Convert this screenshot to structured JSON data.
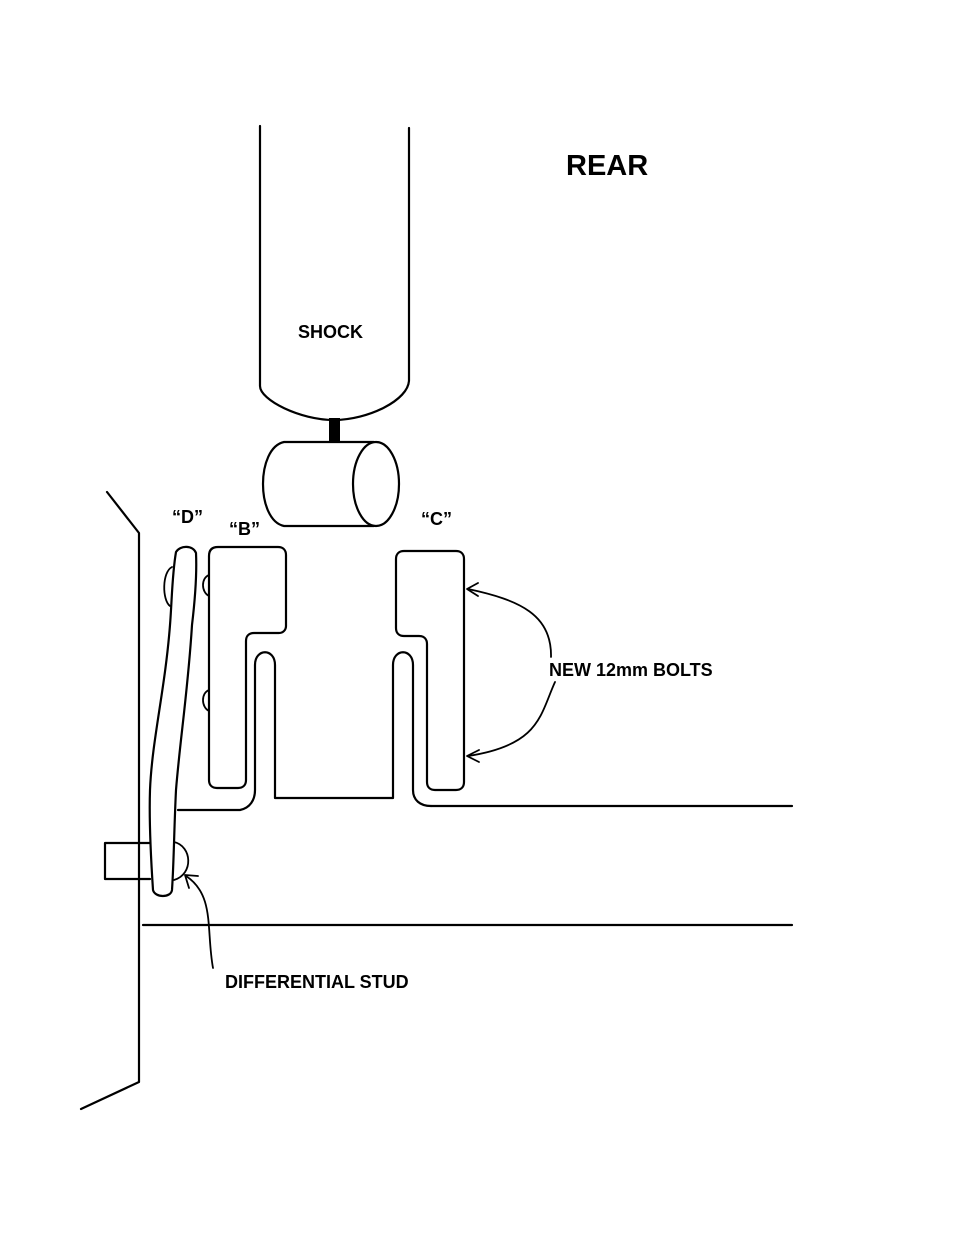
{
  "title": "REAR",
  "labels": {
    "shock": "SHOCK",
    "d": "“D”",
    "b": "“B”",
    "c": "“C”",
    "bolts": "NEW 12mm BOLTS",
    "stud": "DIFFERENTIAL STUD"
  },
  "colors": {
    "ink": "#000000",
    "paper": "#ffffff"
  }
}
